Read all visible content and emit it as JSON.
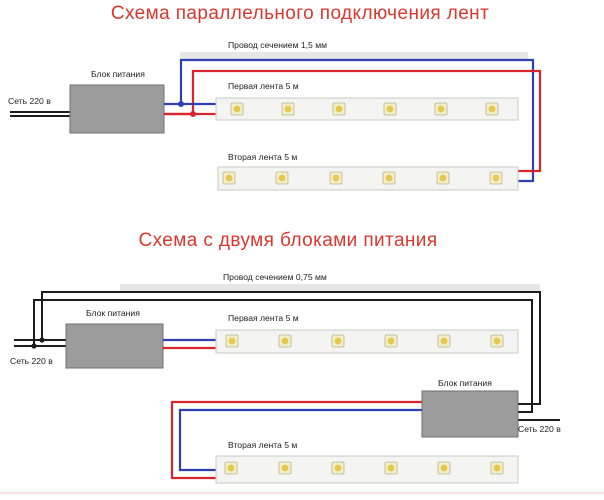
{
  "colors": {
    "title": "#d9372f",
    "wire_red": "#d9252b",
    "wire_blue": "#2f3fb4",
    "wire_black": "#1c1c1c",
    "psu_fill": "#9c9c9c",
    "strip_fill": "#f4f4f2",
    "led": "#e4c94f"
  },
  "diagram1": {
    "title": "Схема параллельного подключения лент",
    "psu_label": "Блок питания",
    "mains_label": "Сеть 220 в",
    "cable_label": "Провод сечением 1,5 мм",
    "strip1_label": "Первая лента 5 м",
    "strip2_label": "Вторая лента 5 м"
  },
  "diagram2": {
    "title": "Схема с двумя блоками питания",
    "cable_label": "Провод сечением 0,75 мм",
    "psu1_label": "Блок питания",
    "psu2_label": "Блок питания",
    "mains1_label": "Сеть 220 в",
    "mains2_label": "Сеть 220 в",
    "strip1_label": "Первая лента 5 м",
    "strip2_label": "Вторая лента 5 м"
  }
}
